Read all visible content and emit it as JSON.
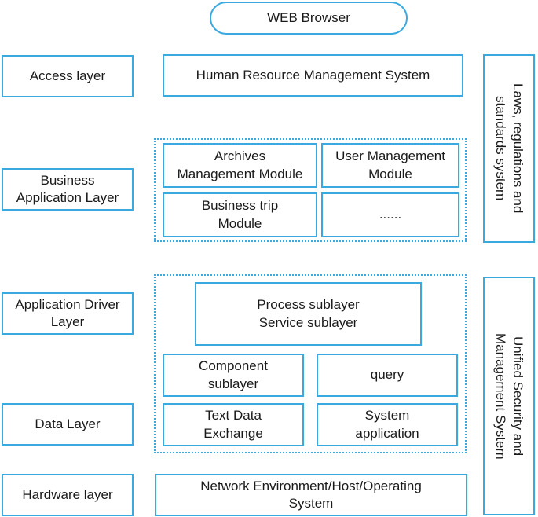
{
  "browser": {
    "label": "WEB Browser"
  },
  "layers": {
    "access": "Access layer",
    "business": "Business\nApplication Layer",
    "driver": "Application Driver\nLayer",
    "data": "Data Layer",
    "hardware": "Hardware layer"
  },
  "access_system": "Human Resource Management System",
  "business_modules": {
    "archives": "Archives\nManagement Module",
    "user_management": "User Management\nModule",
    "business_trip": "Business trip\nModule",
    "more": "......"
  },
  "driver_modules": {
    "process_service": "Process sublayer\nService sublayer",
    "component": "Component\nsublayer",
    "query": "query",
    "text_data": "Text Data\nExchange",
    "system_app": "System\napplication"
  },
  "hardware_system": "Network Environment/Host/Operating\nSystem",
  "side_panels": {
    "laws": "Laws, regulations and\nstandards system",
    "security": "Unified Security and\nManagement System"
  },
  "colors": {
    "border": "#3aa9e0",
    "text": "#1a1a1a",
    "background": "#ffffff"
  }
}
